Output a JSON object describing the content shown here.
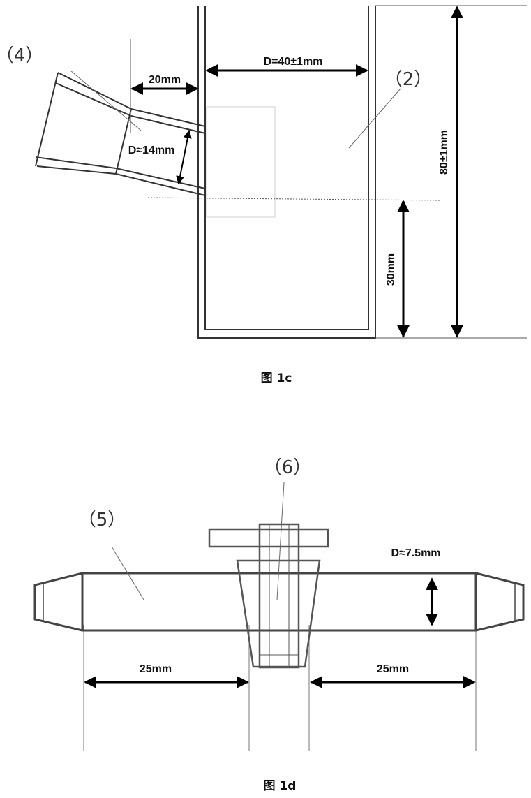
{
  "figure_1c": {
    "caption": "图 1c",
    "callout_2": "（2）",
    "callout_4": "（4）",
    "dim_inner_diameter": "D=40±1mm",
    "dim_height": "80±1mm",
    "dim_bottom_height": "30mm",
    "dim_spout_length": "20mm",
    "dim_spout_diameter": "D≈14mm"
  },
  "figure_1d": {
    "caption": "图 1d",
    "callout_5": "（5）",
    "callout_6": "（6）",
    "dim_tube_diameter": "D≈7.5mm",
    "dim_left_length": "25mm",
    "dim_right_length": "25mm"
  }
}
